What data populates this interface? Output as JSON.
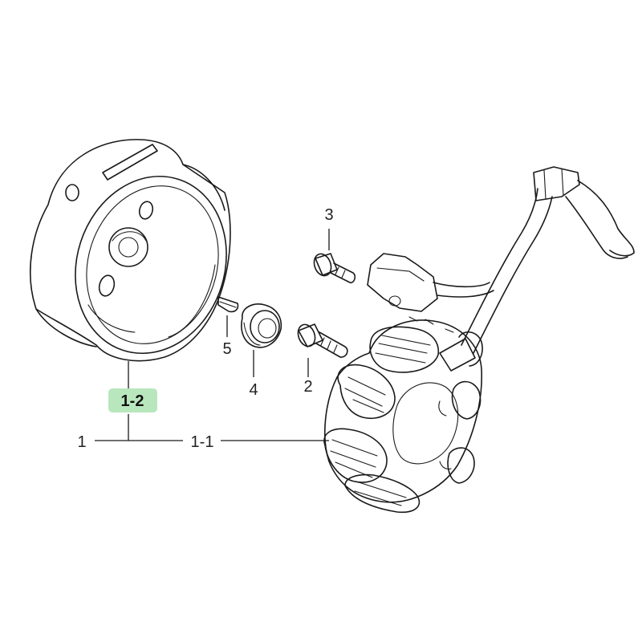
{
  "callouts": {
    "c1": "1",
    "c1_1": "1-1",
    "c1_2": "1-2",
    "c2": "2",
    "c3": "3",
    "c4": "4",
    "c5": "5"
  },
  "colors": {
    "highlight": "#b9e7bd",
    "line": "#1a1a1a"
  },
  "icons": {
    "flywheel": "flywheel-rotor-icon",
    "stator": "stator-coil-icon",
    "pickup": "pulse-generator-icon",
    "bolt": "bolt-icon",
    "washer": "washer-nut-icon",
    "key": "woodruff-key-icon"
  }
}
